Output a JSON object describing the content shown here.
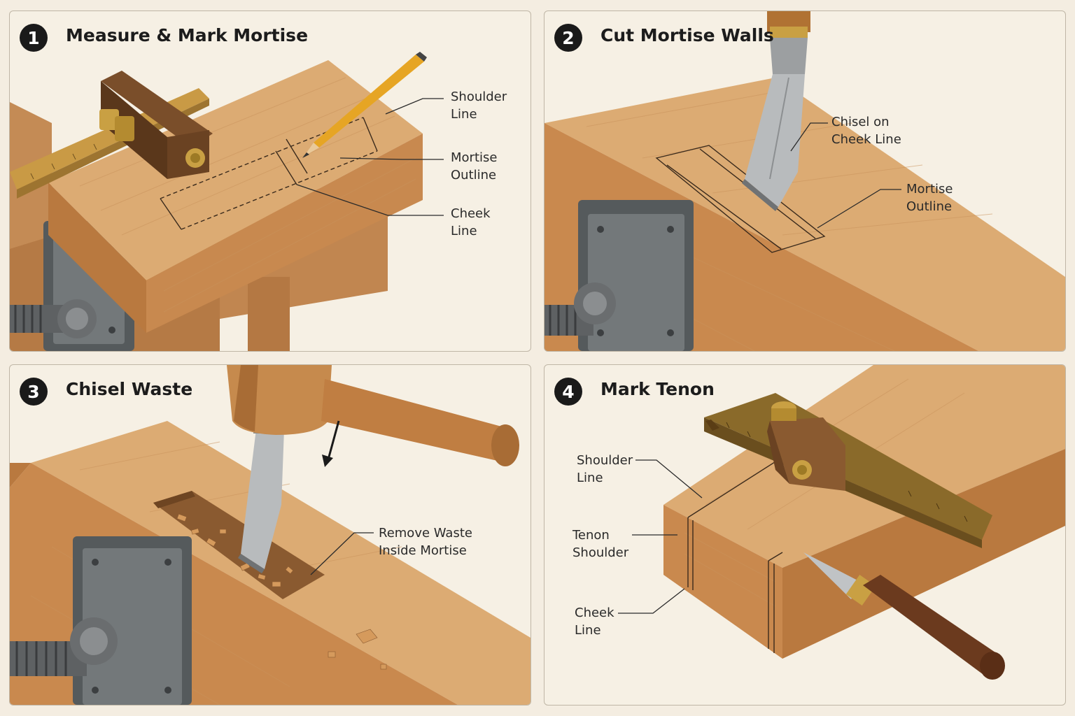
{
  "panels": [
    {
      "number": "1",
      "title": "Measure & Mark Mortise",
      "labels": [
        "Shoulder\nLine",
        "Mortise\nOutline",
        "Cheek\nLine"
      ]
    },
    {
      "number": "2",
      "title": "Cut Mortise Walls",
      "labels": [
        "Chisel on\nCheek Line",
        "Mortise\nOutline"
      ]
    },
    {
      "number": "3",
      "title": "Chisel Waste",
      "labels": [
        "Remove Waste\nInside Mortise"
      ]
    },
    {
      "number": "4",
      "title": "Mark Tenon",
      "labels": [
        "Shoulder\nLine",
        "Tenon\nShoulder",
        "Cheek\nLine"
      ]
    }
  ],
  "colors": {
    "background": "#f4ede1",
    "wood_top": "#d9a46b",
    "wood_side": "#c88a52",
    "wood_dark": "#a66a38",
    "steel": "#6e6e6e",
    "brass": "#c9a043",
    "leader": "#2a2a2a"
  }
}
